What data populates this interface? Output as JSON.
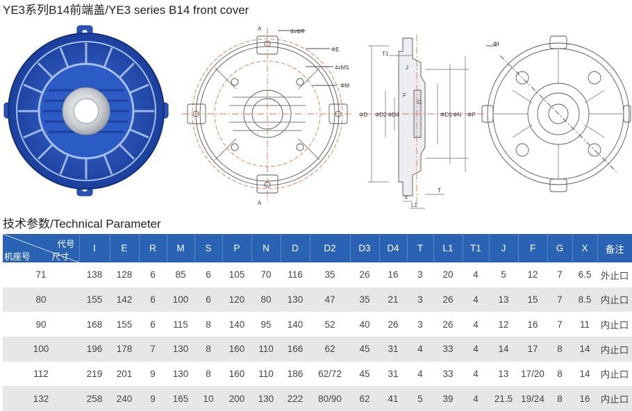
{
  "header": {
    "title": "YE3系列B14前端盖/YE3 series B14 front cover"
  },
  "drawing_labels": {
    "section_a": "A",
    "section_a2": "A",
    "r_holes": "4xΦR",
    "phi_e": "ΦE",
    "ms_holes": "4xMS",
    "phi_m": "ΦM",
    "t1": "T1",
    "j": "J",
    "f": "F",
    "g": "G",
    "phi_d": "ΦD",
    "phi_d2": "ΦD2",
    "phi_d4": "ΦD4",
    "phi_d3": "ΦD3",
    "phi_n": "ΦN",
    "phi_p": "ΦP",
    "t": "T",
    "x": "X",
    "l1": "L1",
    "phi_i": "ΦI"
  },
  "section": {
    "title": "技术参数/Technical Parameter"
  },
  "table": {
    "corner_top": "代号",
    "corner_mid": "尺寸",
    "corner_left": "机座号",
    "columns": [
      "I",
      "E",
      "R",
      "M",
      "S",
      "P",
      "N",
      "D",
      "D2",
      "D3",
      "D4",
      "T",
      "L1",
      "T1",
      "J",
      "F",
      "G",
      "X",
      "备注"
    ],
    "rows": [
      {
        "frame": "71",
        "cells": [
          "138",
          "128",
          "6",
          "85",
          "6",
          "105",
          "70",
          "116",
          "35",
          "26",
          "16",
          "3",
          "20",
          "4",
          "5",
          "12",
          "7",
          "6.5",
          "外止口"
        ]
      },
      {
        "frame": "80",
        "cells": [
          "155",
          "142",
          "6",
          "100",
          "6",
          "120",
          "80",
          "130",
          "47",
          "35",
          "21",
          "3",
          "26",
          "4",
          "13",
          "15",
          "7",
          "8.5",
          "内止口"
        ]
      },
      {
        "frame": "90",
        "cells": [
          "168",
          "155",
          "6",
          "115",
          "8",
          "140",
          "95",
          "140",
          "52",
          "40",
          "26",
          "3",
          "26",
          "4",
          "12",
          "16",
          "7",
          "11",
          "内止口"
        ]
      },
      {
        "frame": "100",
        "cells": [
          "196",
          "178",
          "7",
          "130",
          "8",
          "160",
          "110",
          "166",
          "62",
          "45",
          "31",
          "4",
          "33",
          "4",
          "14",
          "17",
          "8",
          "14",
          "内止口"
        ]
      },
      {
        "frame": "112",
        "cells": [
          "219",
          "201",
          "9",
          "130",
          "8",
          "160",
          "110",
          "186",
          "62/72",
          "45",
          "31",
          "4",
          "33",
          "4",
          "13",
          "17/20",
          "8",
          "14",
          "内止口"
        ]
      },
      {
        "frame": "132",
        "cells": [
          "258",
          "240",
          "9",
          "165",
          "10",
          "200",
          "130",
          "222",
          "80/90",
          "62",
          "41",
          "5",
          "39",
          "4",
          "21.5",
          "19/24",
          "8",
          "16",
          "内止口"
        ]
      }
    ]
  }
}
